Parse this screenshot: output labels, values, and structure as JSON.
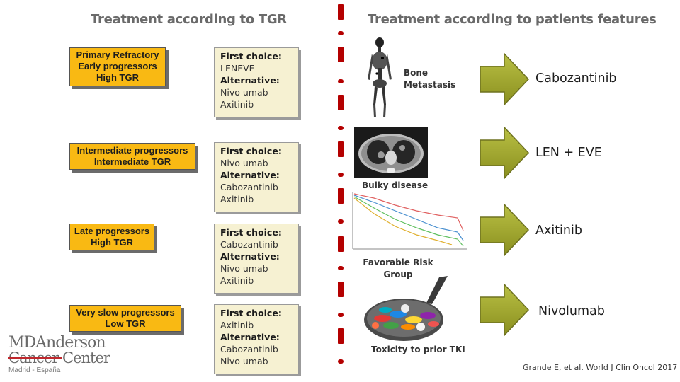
{
  "headings": {
    "left": "Treatment according to TGR",
    "right": "Treatment according to patients features"
  },
  "groups": [
    {
      "criteria": [
        "Primary Refractory",
        "Early progressors",
        "High TGR"
      ],
      "first_choice_label": "First choice:",
      "first_choice": [
        "LENEVE"
      ],
      "alternative_label": "Alternative:",
      "alternative": [
        "Nivo umab",
        "Axitinib"
      ]
    },
    {
      "criteria": [
        "Intermediate progressors",
        "Intermediate TGR"
      ],
      "first_choice_label": "First choice:",
      "first_choice": [
        "Nivo umab"
      ],
      "alternative_label": "Alternative:",
      "alternative": [
        "Cabozantinib",
        "Axitinib"
      ]
    },
    {
      "criteria": [
        "Late progressors",
        "High TGR"
      ],
      "first_choice_label": "First choice:",
      "first_choice": [
        "Cabozantinib"
      ],
      "alternative_label": "Alternative:",
      "alternative": [
        "Nivo umab",
        "Axitinib"
      ]
    },
    {
      "criteria": [
        "Very slow progressors",
        "Low TGR"
      ],
      "first_choice_label": "First choice:",
      "first_choice": [
        "Axitinib"
      ],
      "alternative_label": "Alternative:",
      "alternative": [
        "Cabozantinib",
        "Nivo umab"
      ]
    }
  ],
  "features": [
    {
      "label": [
        "Bone",
        "Metastasis"
      ],
      "treatment": "Cabozantinib",
      "image_icon": "skeleton-scan-icon"
    },
    {
      "label": [
        "Bulky disease"
      ],
      "treatment": "LEN + EVE",
      "image_icon": "ct-scan-icon"
    },
    {
      "label": [
        "Favorable Risk",
        "Group"
      ],
      "treatment": "Axitinib",
      "image_icon": "survival-curve-icon"
    },
    {
      "label": [
        "Toxicity to prior TKI"
      ],
      "treatment": "Nivolumab",
      "image_icon": "pills-spoon-icon"
    }
  ],
  "logo": {
    "line1": "MDAnderson",
    "line2": "Cancer Center",
    "line3": "Madrid - España"
  },
  "citation": "Grande E, et al. World J Clin Oncol 2017",
  "colors": {
    "criteria_box": "#f9b913",
    "choice_box": "#f6f1d2",
    "divider": "#b40000",
    "arrow": "#9aa02a",
    "logo_red": "#c0282d"
  }
}
